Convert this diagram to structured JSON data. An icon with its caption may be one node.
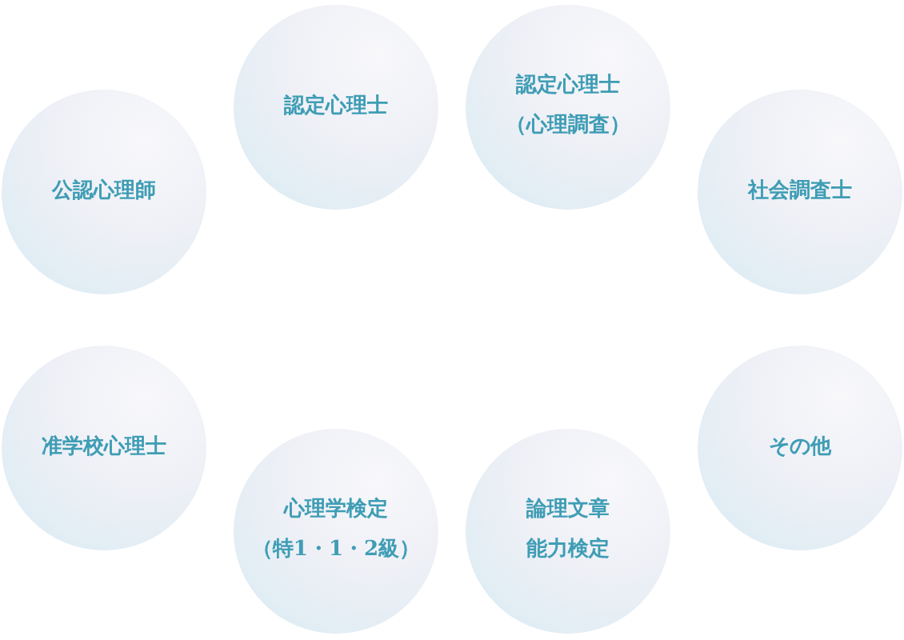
{
  "diagram": {
    "nodes": [
      {
        "text": [
          "公認心理師"
        ]
      },
      {
        "text": [
          "認定心理士"
        ]
      },
      {
        "text": [
          "認定心理士（心理調査）"
        ]
      },
      {
        "text": [
          "社会調査士"
        ]
      },
      {
        "text": [
          "准学校心理士"
        ]
      },
      {
        "text": [
          "心理学検定（特1・1・2級）"
        ]
      },
      {
        "text": [
          "論理文章能力検定"
        ]
      },
      {
        "text": [
          "その他"
        ]
      }
    ]
  }
}
